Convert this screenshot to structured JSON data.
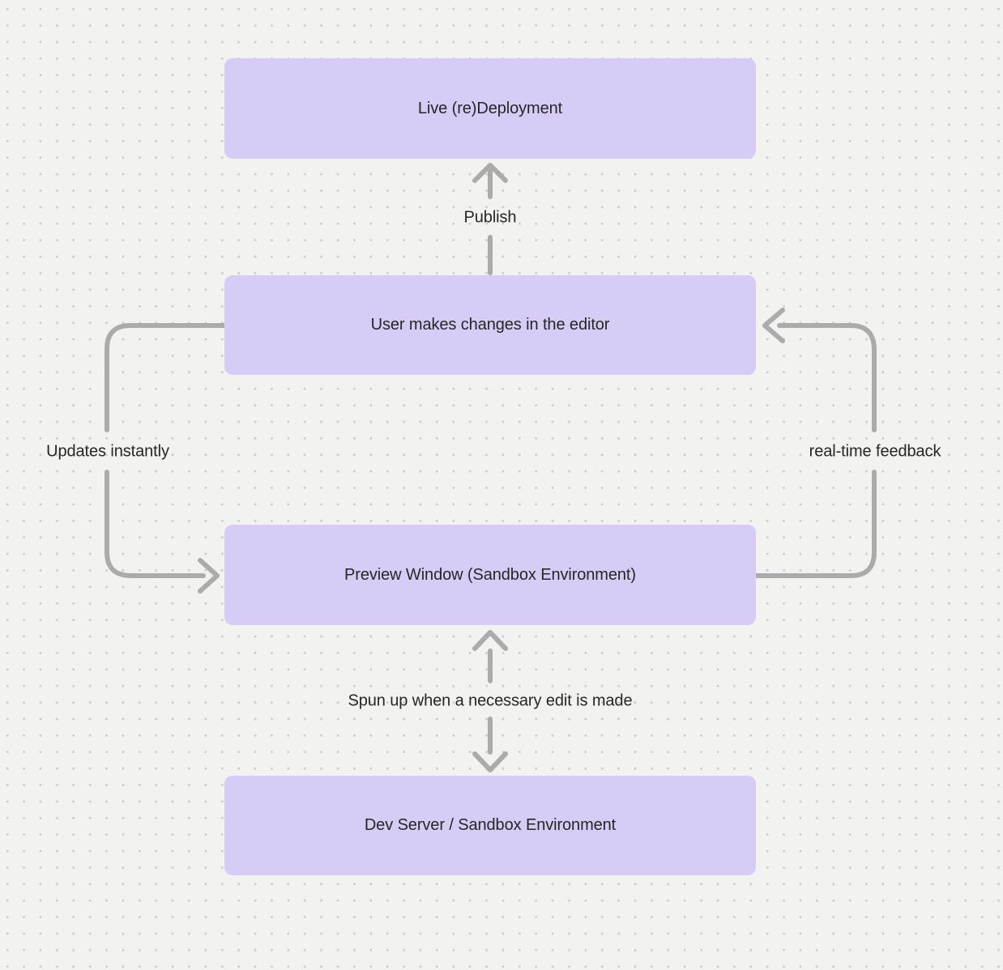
{
  "canvas": {
    "background_color": "#F2F2F1",
    "dot_color": "#C9C9C9"
  },
  "diagram": {
    "node_fill_color": "#D7CCF6",
    "node_text_color": "#262626",
    "connector_color": "#ABABAB",
    "nodes": [
      {
        "id": "live-redeployment",
        "label": "Live (re)Deployment"
      },
      {
        "id": "user-editor",
        "label": "User makes changes in the editor"
      },
      {
        "id": "preview-window",
        "label": "Preview Window (Sandbox Environment)"
      },
      {
        "id": "dev-server",
        "label": "Dev Server / Sandbox Environment"
      }
    ],
    "edges": [
      {
        "id": "publish",
        "label": "Publish",
        "from": "user-editor",
        "to": "live-redeployment",
        "direction": "up"
      },
      {
        "id": "updates-instantly",
        "label": "Updates instantly",
        "from": "user-editor",
        "to": "preview-window",
        "direction": "down-left-loop"
      },
      {
        "id": "real-time-feedback",
        "label": "real-time feedback",
        "from": "preview-window",
        "to": "user-editor",
        "direction": "up-right-loop"
      },
      {
        "id": "spun-up",
        "label": "Spun up when a necessary edit is made",
        "from": "preview-window",
        "to": "dev-server",
        "direction": "bidirectional"
      }
    ]
  }
}
